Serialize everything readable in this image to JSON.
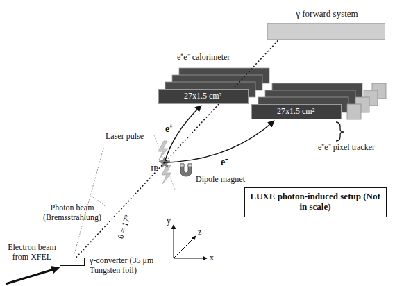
{
  "diagram": {
    "nodes": [
      {
        "text": [
          "γ forward system"
        ]
      },
      {
        "text": [
          "27x1.5 cm²"
        ]
      },
      {
        "text": [
          "27x1.5 cm²"
        ]
      },
      {
        "text": [
          "LUXE photon-induced setup (Not in scale)"
        ]
      },
      {
        "text": [
          "γ-converter (35 μm Tungsten foil)"
        ]
      }
    ],
    "edges": [
      {
        "from": 4,
        "to": 0,
        "arrow": "none"
      }
    ],
    "labels": [
      "e⁺e⁻ calorimeter",
      "e⁺e⁻ pixel tracker",
      "e⁺",
      "e⁻",
      "Laser pulse",
      "Dipole magnet",
      "IP",
      "Photon beam (Bremsstrahlung)",
      "θ = 17°",
      "Electron beam from XFEL",
      "y",
      "z",
      "x"
    ]
  }
}
